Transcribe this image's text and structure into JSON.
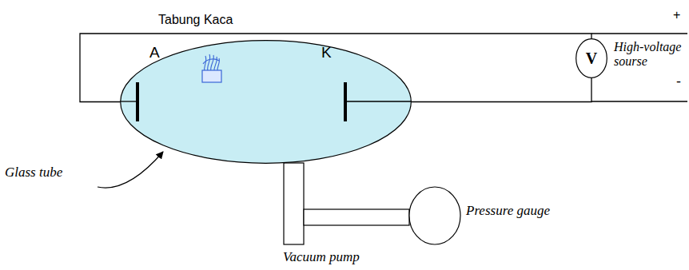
{
  "diagram": {
    "nodes": [
      {
        "text": [
          "Tabung Kaca"
        ]
      },
      {
        "text": [
          "V"
        ]
      }
    ],
    "edges": [
      {
        "from": 0,
        "to": 1,
        "arrow": "none"
      },
      {
        "from": 0,
        "to": 1,
        "arrow": "none"
      }
    ],
    "labels": [
      "A",
      "K",
      "+",
      "-",
      "High-voltage sourse",
      "Glass tube",
      "Vacuum pump",
      "Pressure gauge"
    ]
  }
}
